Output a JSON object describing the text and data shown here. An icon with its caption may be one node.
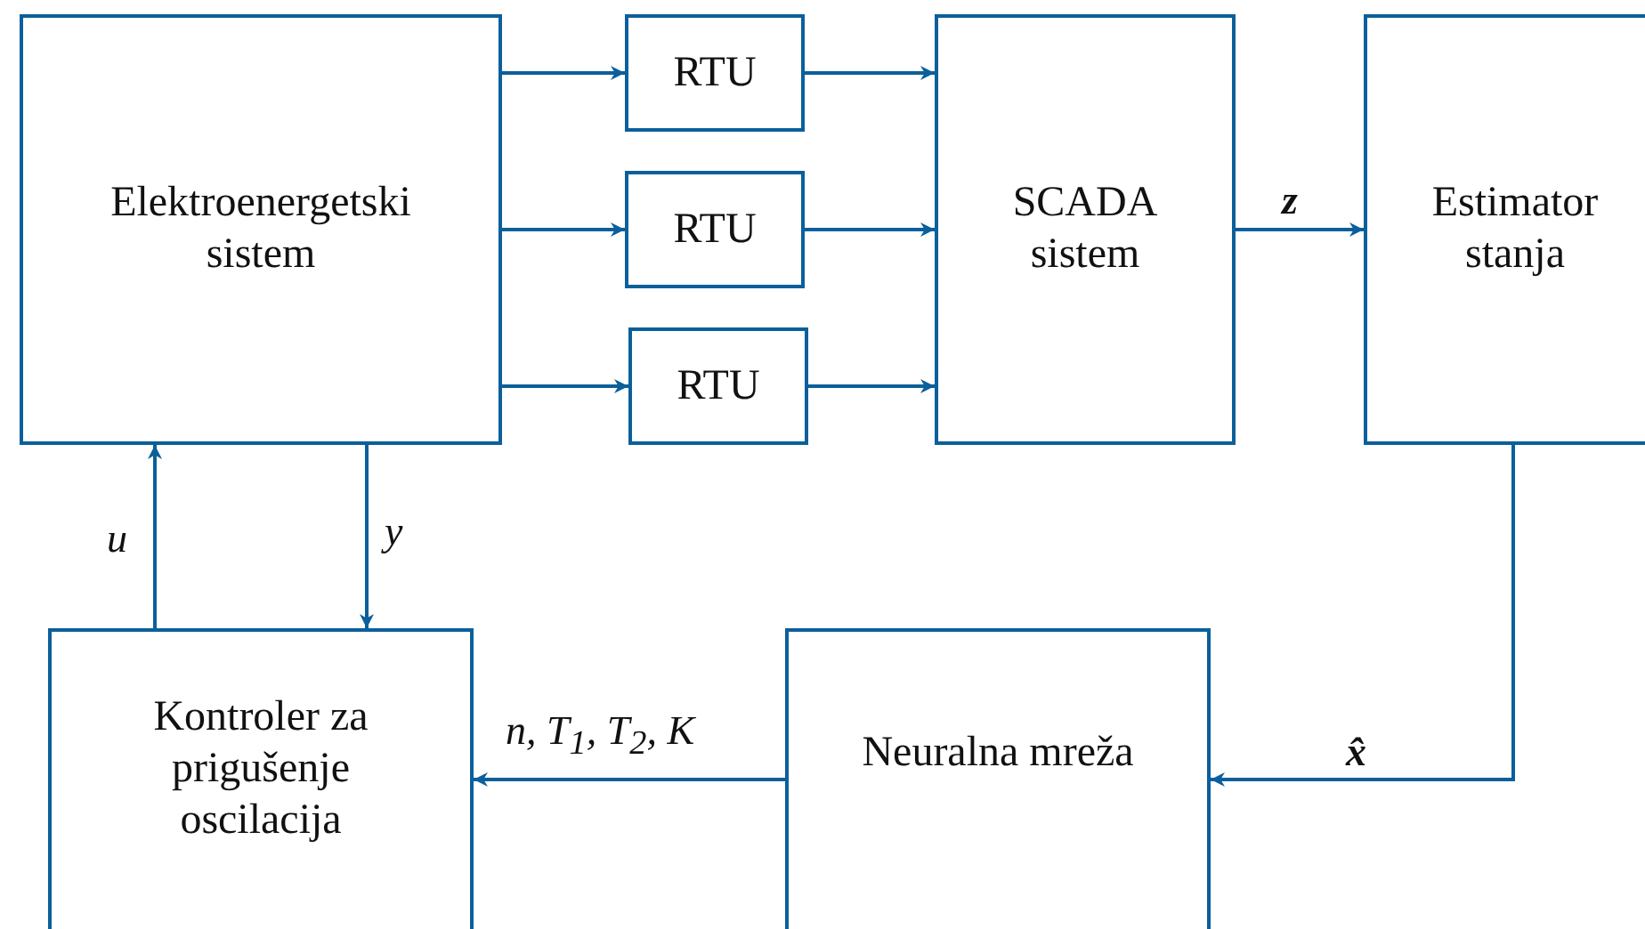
{
  "diagram": {
    "nodes": [
      {
        "text": [
          "Elektroenergetski sistem"
        ]
      },
      {
        "text": [
          "RTU"
        ]
      },
      {
        "text": [
          "RTU"
        ]
      },
      {
        "text": [
          "RTU"
        ]
      },
      {
        "text": [
          "SCADA sistem"
        ]
      },
      {
        "text": [
          "Estimator stanja"
        ]
      },
      {
        "text": [
          "Kontroler za prigušenje oscilacija"
        ]
      },
      {
        "text": [
          "Neuralna mreža"
        ]
      }
    ],
    "edges": [
      {
        "from": 0,
        "to": 1,
        "arrow": "to"
      },
      {
        "from": 0,
        "to": 2,
        "arrow": "to"
      },
      {
        "from": 0,
        "to": 3,
        "arrow": "to"
      },
      {
        "from": 1,
        "to": 4,
        "arrow": "to"
      },
      {
        "from": 2,
        "to": 4,
        "arrow": "to"
      },
      {
        "from": 3,
        "to": 4,
        "arrow": "to"
      },
      {
        "from": 4,
        "to": 5,
        "arrow": "to",
        "label": "**z**"
      },
      {
        "from": 5,
        "to": 7,
        "arrow": "to",
        "label": "**x̂**"
      },
      {
        "from": 7,
        "to": 6,
        "arrow": "to",
        "label": "n, T$_{1}$, T$_{2}$, K"
      },
      {
        "from": 0,
        "to": 6,
        "arrow": "to",
        "label": "y"
      },
      {
        "from": 6,
        "to": 0,
        "arrow": "to",
        "label": "u"
      }
    ]
  }
}
